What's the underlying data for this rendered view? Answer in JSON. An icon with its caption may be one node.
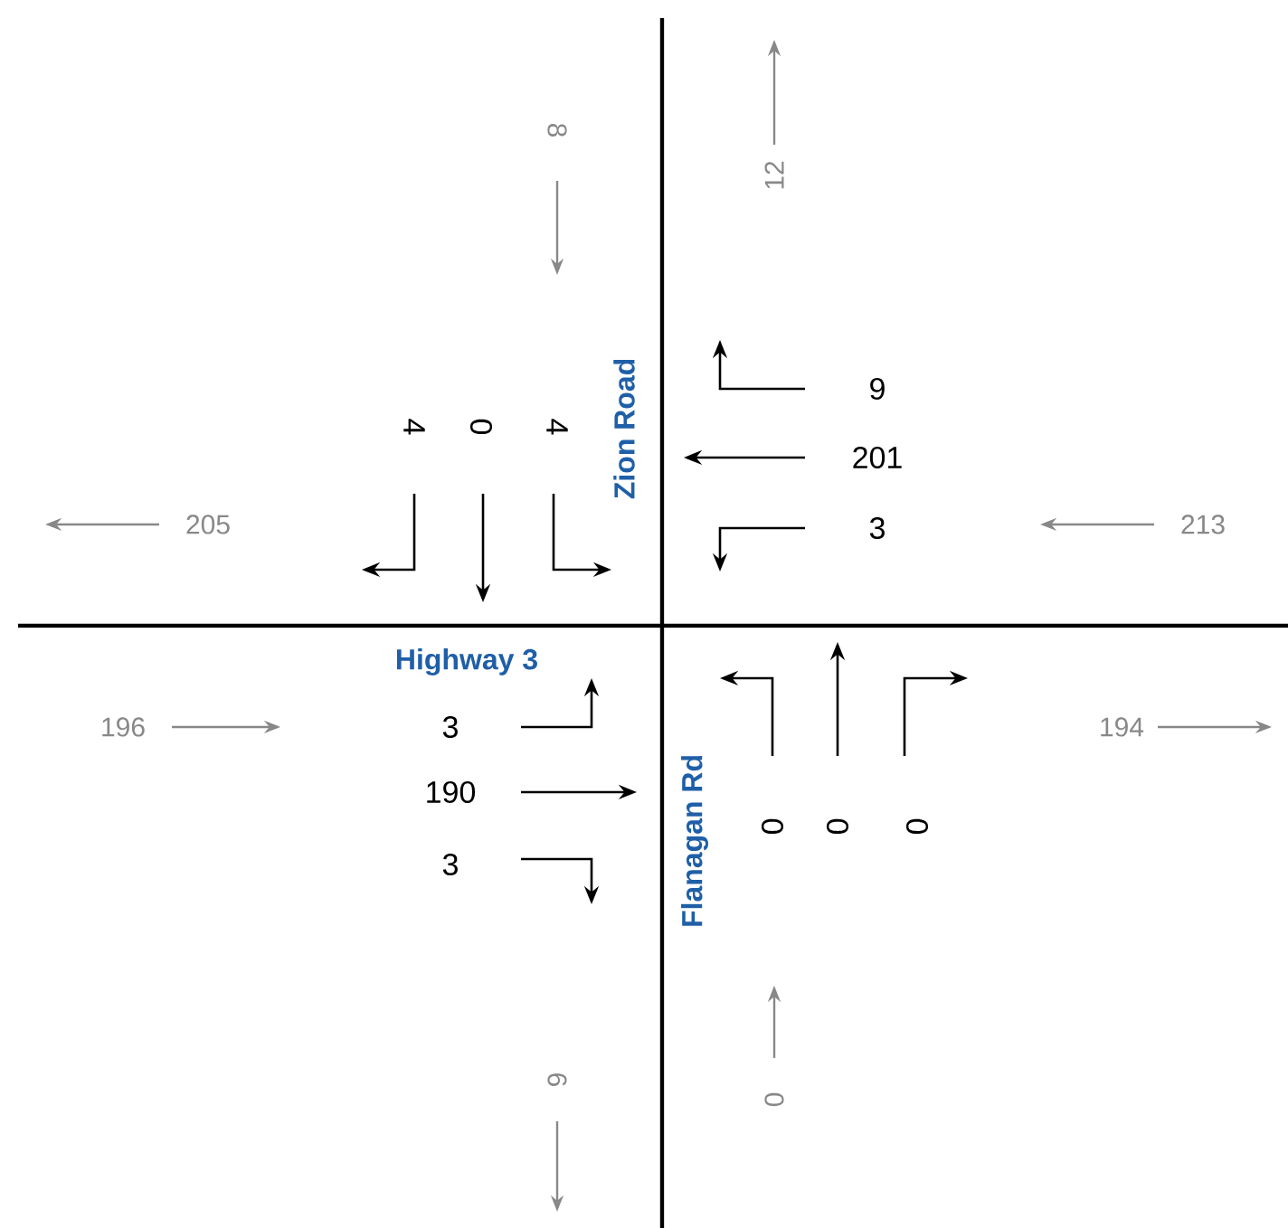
{
  "diagram": {
    "labels": [
      "8",
      "12",
      "Zion Road",
      "9",
      "4",
      "0",
      "4",
      "201",
      "205",
      "3",
      "213",
      "Highway 3",
      "196",
      "3",
      "194",
      "190",
      "Flanagan Rd",
      "0",
      "0",
      "0",
      "3",
      "6",
      "0"
    ]
  }
}
